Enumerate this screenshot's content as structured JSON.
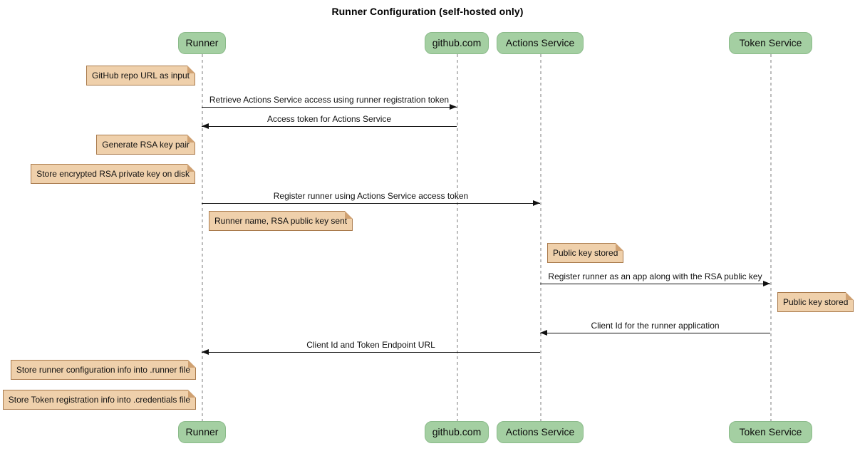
{
  "title": "Runner Configuration (self-hosted only)",
  "actors": [
    {
      "label": "Runner"
    },
    {
      "label": "github.com"
    },
    {
      "label": "Actions Service"
    },
    {
      "label": "Token Service"
    }
  ],
  "messages": [
    {
      "from": "Runner",
      "to": "github.com",
      "label": "Retrieve Actions Service access using runner registration token"
    },
    {
      "from": "github.com",
      "to": "Runner",
      "label": "Access token for Actions Service"
    },
    {
      "from": "Runner",
      "to": "Actions Service",
      "label": "Register runner using Actions Service access token"
    },
    {
      "from": "Actions Service",
      "to": "Token Service",
      "label": "Register runner as an app along with the RSA public key"
    },
    {
      "from": "Token Service",
      "to": "Actions Service",
      "label": "Client Id for the runner application"
    },
    {
      "from": "Actions Service",
      "to": "Runner",
      "label": "Client Id and Token Endpoint URL"
    }
  ],
  "notes": [
    {
      "position": "left of Runner",
      "text": "GitHub repo URL as input"
    },
    {
      "position": "left of Runner",
      "text": "Generate RSA key pair"
    },
    {
      "position": "left of Runner",
      "text": "Store encrypted RSA private key on disk"
    },
    {
      "position": "right of Runner",
      "text": "Runner name, RSA public key sent"
    },
    {
      "position": "right of Actions Service",
      "text": "Public key stored"
    },
    {
      "position": "right of Token Service",
      "text": "Public key stored"
    },
    {
      "position": "left of Runner",
      "text": "Store runner configuration info into .runner file"
    },
    {
      "position": "left of Runner",
      "text": "Store Token registration info into .credentials file"
    }
  ],
  "colors": {
    "actor_fill": "#a4cfa2",
    "actor_border": "#8aba89",
    "note_fill": "#efd0ab",
    "note_border": "#aa7b4d",
    "lifeline": "#bdbdbd",
    "arrow": "#111111",
    "background": "#ffffff"
  }
}
